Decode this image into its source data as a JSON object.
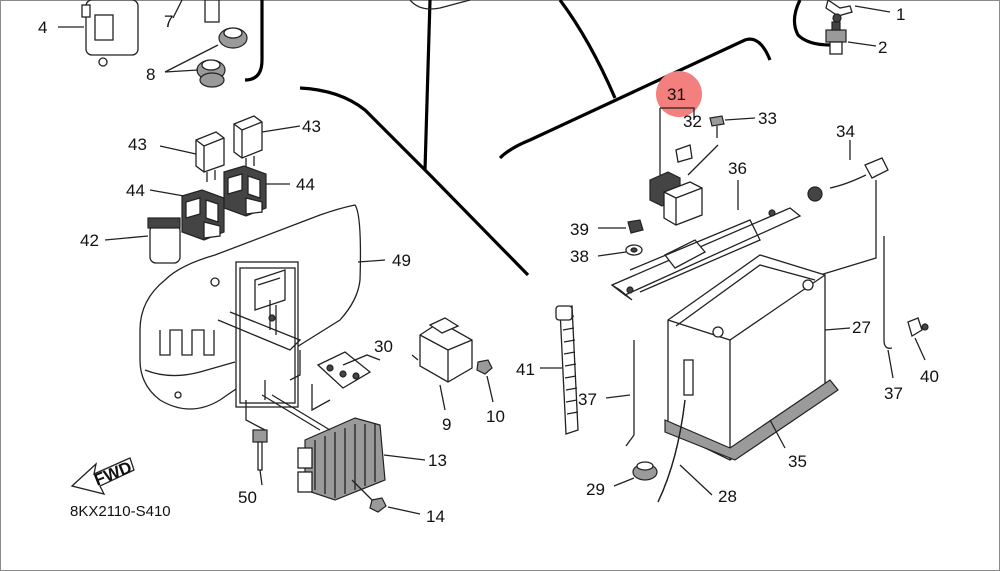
{
  "diagram_code": "8KX2110-S410",
  "fwd_label": "FWD",
  "highlight": {
    "callout": "31",
    "color": "#f47f7f"
  },
  "callouts": [
    "1",
    "2",
    "4",
    "7",
    "8",
    "9",
    "10",
    "13",
    "14",
    "27",
    "28",
    "29",
    "30",
    "31",
    "32",
    "33",
    "34",
    "35",
    "36",
    "37",
    "37",
    "38",
    "39",
    "40",
    "41",
    "42",
    "43",
    "43",
    "44",
    "44",
    "49",
    "50"
  ]
}
